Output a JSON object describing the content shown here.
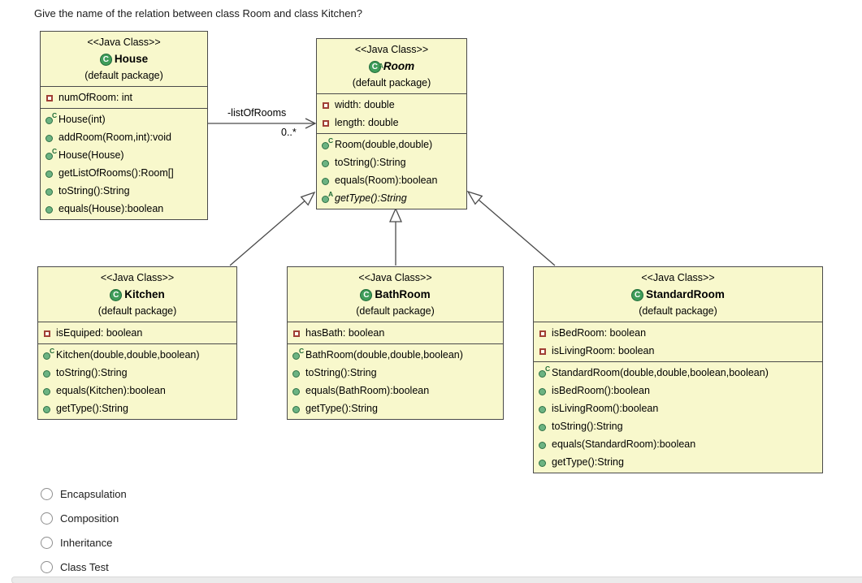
{
  "question": "Give the name of the relation between class Room and class Kitchen?",
  "options": [
    {
      "label": "Encapsulation",
      "selected": false
    },
    {
      "label": "Composition",
      "selected": false
    },
    {
      "label": "Inheritance",
      "selected": false
    },
    {
      "label": "Class Test",
      "selected": false
    }
  ],
  "diagram": {
    "association": {
      "label": "-listOfRooms",
      "multiplicity": "0..*",
      "from": "House",
      "to": "Room"
    },
    "generalizations": [
      {
        "from": "Kitchen",
        "to": "Room"
      },
      {
        "from": "BathRoom",
        "to": "Room"
      },
      {
        "from": "StandardRoom",
        "to": "Room"
      }
    ],
    "colors": {
      "class_fill": "#f8f8cc",
      "class_border": "#4a4a4a",
      "class_icon_green": "#3f9d5a",
      "method_icon_green": "#6cb382",
      "field_icon_red": "#a03f35",
      "edge_stroke": "#4a4a4a"
    }
  },
  "classes": [
    {
      "id": "house",
      "stereotype": "<<Java Class>>",
      "icon": "class",
      "name": "House",
      "package": "(default package)",
      "attributes": [
        {
          "icon": "field",
          "text": "numOfRoom: int"
        }
      ],
      "methods": [
        {
          "icon": "constructor",
          "text": "House(int)"
        },
        {
          "icon": "method",
          "text": "addRoom(Room,int):void"
        },
        {
          "icon": "constructor",
          "text": "House(House)"
        },
        {
          "icon": "method",
          "text": "getListOfRooms():Room[]"
        },
        {
          "icon": "method",
          "text": "toString():String"
        },
        {
          "icon": "method",
          "text": "equals(House):boolean"
        }
      ]
    },
    {
      "id": "room",
      "stereotype": "<<Java Class>>",
      "icon": "abstract-class",
      "name": "Room",
      "package": "(default package)",
      "attributes": [
        {
          "icon": "field",
          "text": "width: double"
        },
        {
          "icon": "field",
          "text": "length: double"
        }
      ],
      "methods": [
        {
          "icon": "constructor",
          "text": "Room(double,double)"
        },
        {
          "icon": "method",
          "text": "toString():String"
        },
        {
          "icon": "method",
          "text": "equals(Room):boolean"
        },
        {
          "icon": "abstract-method",
          "text": "getType():String"
        }
      ]
    },
    {
      "id": "kitchen",
      "stereotype": "<<Java Class>>",
      "icon": "class",
      "name": "Kitchen",
      "package": "(default package)",
      "attributes": [
        {
          "icon": "field",
          "text": "isEquiped: boolean"
        }
      ],
      "methods": [
        {
          "icon": "constructor",
          "text": "Kitchen(double,double,boolean)"
        },
        {
          "icon": "method",
          "text": "toString():String"
        },
        {
          "icon": "method",
          "text": "equals(Kitchen):boolean"
        },
        {
          "icon": "method",
          "text": "getType():String"
        }
      ]
    },
    {
      "id": "bathroom",
      "stereotype": "<<Java Class>>",
      "icon": "class",
      "name": "BathRoom",
      "package": "(default package)",
      "attributes": [
        {
          "icon": "field",
          "text": "hasBath: boolean"
        }
      ],
      "methods": [
        {
          "icon": "constructor",
          "text": "BathRoom(double,double,boolean)"
        },
        {
          "icon": "method",
          "text": "toString():String"
        },
        {
          "icon": "method",
          "text": "equals(BathRoom):boolean"
        },
        {
          "icon": "method",
          "text": "getType():String"
        }
      ]
    },
    {
      "id": "standardroom",
      "stereotype": "<<Java Class>>",
      "icon": "class",
      "name": "StandardRoom",
      "package": "(default package)",
      "attributes": [
        {
          "icon": "field",
          "text": "isBedRoom: boolean"
        },
        {
          "icon": "field",
          "text": "isLivingRoom: boolean"
        }
      ],
      "methods": [
        {
          "icon": "constructor",
          "text": "StandardRoom(double,double,boolean,boolean)"
        },
        {
          "icon": "method",
          "text": "isBedRoom():boolean"
        },
        {
          "icon": "method",
          "text": "isLivingRoom():boolean"
        },
        {
          "icon": "method",
          "text": "toString():String"
        },
        {
          "icon": "method",
          "text": "equals(StandardRoom):boolean"
        },
        {
          "icon": "method",
          "text": "getType():String"
        }
      ]
    }
  ]
}
